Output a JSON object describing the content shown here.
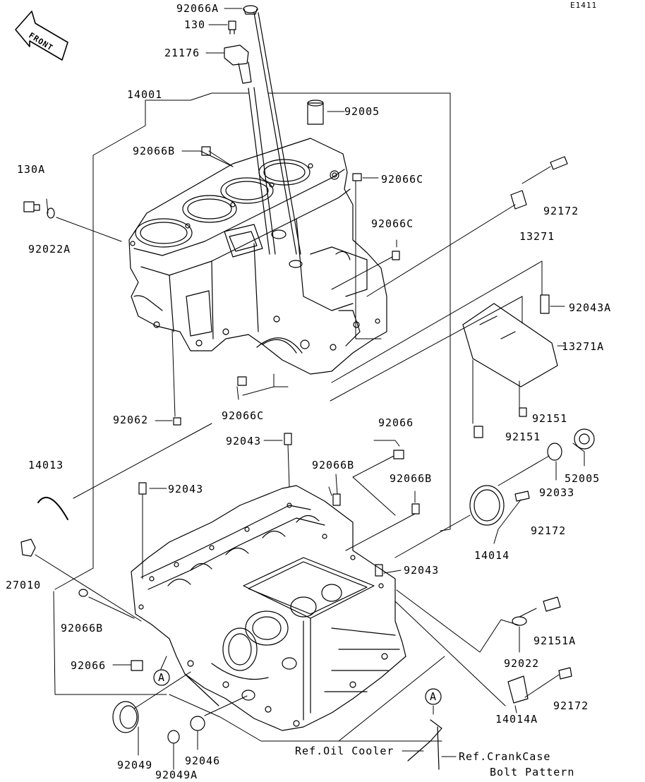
{
  "diagram_code": "E1411",
  "front_label": "FRONT",
  "callout_a": "A",
  "ref_notes": {
    "oil_cooler": "Ref.Oil Cooler",
    "crankcase_line1": "Ref.CrankCase",
    "crankcase_line2": "Bolt Pattern"
  },
  "parts": [
    "92066A",
    "130",
    "21176",
    "14001",
    "92005",
    "92066B",
    "130A",
    "92022A",
    "92066C",
    "92066C",
    "92172",
    "13271",
    "92043A",
    "13271A",
    "92066C",
    "92062",
    "92151",
    "92151",
    "92066",
    "92043",
    "14013",
    "92066B",
    "92066B",
    "52005",
    "92043",
    "92033",
    "92172",
    "27010",
    "14014",
    "92043",
    "92066B",
    "92151A",
    "92066",
    "92022",
    "92172",
    "92049",
    "92046",
    "92049A",
    "14014A"
  ]
}
